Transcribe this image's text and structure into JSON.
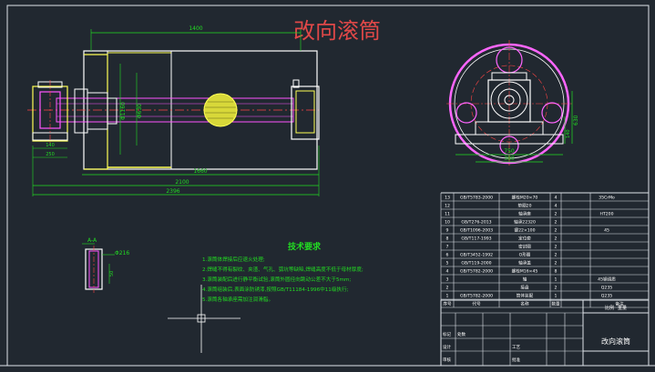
{
  "title": "改向滚筒",
  "dims": {
    "top_len": "1400",
    "d1": "Φ1160",
    "d2": "Φ630",
    "bot1": "1660",
    "bot2": "2100",
    "bot3": "2396",
    "left_a": "140",
    "left_b": "250",
    "side_a": "750",
    "side_b": "380",
    "side_c": "630",
    "side_d": "140",
    "detail_lbl": "A-A",
    "detail_d": "Φ216",
    "detail_h": "50"
  },
  "notes": {
    "heading": "技术要求",
    "lines": [
      "1.滚筒体焊接后应退火处理;",
      "2.焊缝不得有裂纹、夹渣、气孔、弧坑等缺陷,焊缝高度不低于母材厚度;",
      "3.滚筒装配后进行静平衡试验,滚筒外圆径向跳动公差不大于5mm;",
      "4.滚筒组装后,表面涂防锈漆,按照GB/T11184-1996中11级执行;",
      "5.滚筒各轴承座需加注润滑脂。"
    ]
  },
  "bom": {
    "rows": [
      {
        "no": "13",
        "code": "GB/T5783-2000",
        "name": "螺栓M20×70",
        "qty": "4",
        "note": "35CrMo"
      },
      {
        "no": "12",
        "code": "",
        "name": "垫圈20",
        "qty": "4",
        "note": ""
      },
      {
        "no": "11",
        "code": "",
        "name": "轴承座",
        "qty": "2",
        "note": "HT200"
      },
      {
        "no": "10",
        "code": "GB/T276-2013",
        "name": "轴承22320",
        "qty": "2",
        "note": ""
      },
      {
        "no": "9",
        "code": "GB/T1096-2003",
        "name": "键22×100",
        "qty": "2",
        "note": "45"
      },
      {
        "no": "8",
        "code": "GB/T117-1993",
        "name": "定位套",
        "qty": "2",
        "note": ""
      },
      {
        "no": "7",
        "code": "",
        "name": "密封圈",
        "qty": "2",
        "note": ""
      },
      {
        "no": "6",
        "code": "GB/T3452-1992",
        "name": "O形圈",
        "qty": "2",
        "note": ""
      },
      {
        "no": "5",
        "code": "GB/T119-2000",
        "name": "轴承盖",
        "qty": "2",
        "note": ""
      },
      {
        "no": "4",
        "code": "GB/T5782-2000",
        "name": "螺栓M16×45",
        "qty": "8",
        "note": ""
      },
      {
        "no": "3",
        "code": "",
        "name": "轴",
        "qty": "1",
        "note": "45钢调质"
      },
      {
        "no": "2",
        "code": "",
        "name": "接盘",
        "qty": "2",
        "note": "Q235"
      },
      {
        "no": "1",
        "code": "GB/T5782-2000",
        "name": "筒体装配",
        "qty": "1",
        "note": "Q235"
      }
    ],
    "header": {
      "no": "序号",
      "code": "代号",
      "name": "名称",
      "qty": "数量",
      "note": "备注"
    }
  },
  "titleblock": {
    "drawing_name": "改向滚筒",
    "scale_label": "比例",
    "weight_label": "重量",
    "mark_label": "标记",
    "count_label": "处数",
    "design_label": "设计",
    "check_label": "审核",
    "craft_label": "工艺",
    "approve_label": "批准"
  }
}
